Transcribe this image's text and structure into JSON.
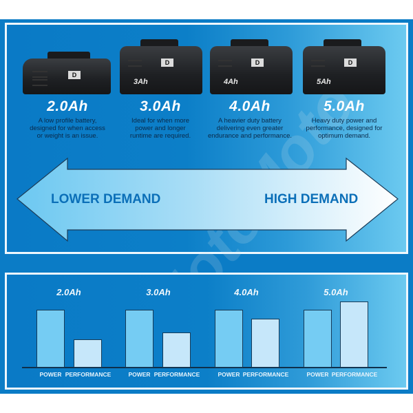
{
  "batteries": [
    {
      "capacity": "2.0Ah",
      "badge": "",
      "logo": "D",
      "description_lines": [
        "A low profile battery,",
        "designed for when access",
        "or weight is an issue."
      ]
    },
    {
      "capacity": "3.0Ah",
      "badge": "3Ah",
      "logo": "D",
      "description_lines": [
        "Ideal for when more",
        "power and longer",
        "runtime are required."
      ]
    },
    {
      "capacity": "4.0Ah",
      "badge": "4Ah",
      "logo": "D",
      "description_lines": [
        "A heavier duty battery",
        "delivering even greater",
        "endurance and performance."
      ]
    },
    {
      "capacity": "5.0Ah",
      "badge": "5Ah",
      "logo": "D",
      "description_lines": [
        "Heavy duty power and",
        "performance, designed for",
        "optimum demand."
      ]
    }
  ],
  "demand_arrow": {
    "left_label": "LOWER DEMAND",
    "right_label": "HIGH DEMAND"
  },
  "watermark": "MotoMoto",
  "colors": {
    "background_blue": "#0b7cc6",
    "light_blue": "#6ccaf0",
    "power_bar": "#75ccf3",
    "performance_bar": "#c6e7fa",
    "demand_text": "#0b6fb8",
    "battery_black": "#1e2023"
  },
  "chart_data": {
    "type": "bar",
    "title": "",
    "categories": [
      "2.0Ah",
      "3.0Ah",
      "4.0Ah",
      "5.0Ah"
    ],
    "series": [
      {
        "name": "POWER",
        "values": [
          84,
          84,
          84,
          84
        ]
      },
      {
        "name": "PERFORMANCE",
        "values": [
          41,
          51,
          71,
          96
        ]
      }
    ],
    "xlabel": "",
    "ylabel": "",
    "ylim": [
      0,
      100
    ],
    "grid": false,
    "legend": "per-bar labels below bars",
    "note": "relative heights, no numeric axis shown"
  },
  "bar_labels": {
    "power": "POWER",
    "performance": "PERFORMANCE"
  }
}
